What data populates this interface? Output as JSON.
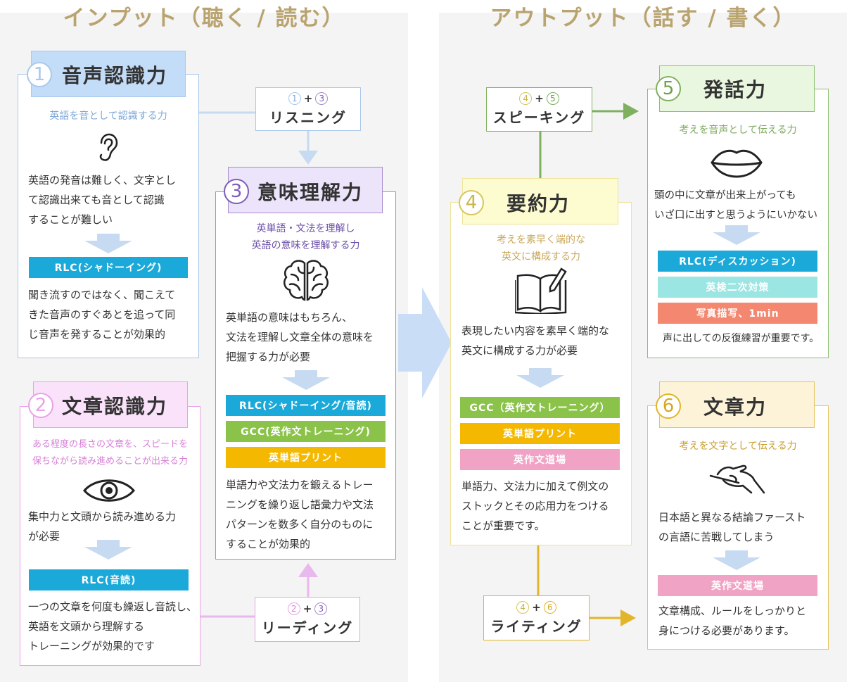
{
  "input": {
    "title": "インプット（聴く / 読む）",
    "card1": {
      "num": "1",
      "title": "音声認識力",
      "subtitle": "英語を音として認識する力",
      "body": [
        "英語の発音は難しく、文字とし",
        "て認識出来ても音として認識",
        "することが難しい"
      ],
      "bar": "RLC(シャドーイング)",
      "body2": [
        "聞き流すのではなく、聞こえて",
        "きた音声のすぐあとを追って同",
        "じ音声を発することが効果的"
      ]
    },
    "card2": {
      "num": "2",
      "title": "文章認識力",
      "subtitle": [
        "ある程度の長さの文章を、スピードを",
        "保ちながら読み進めることが出来る力"
      ],
      "body": [
        "集中力と文頭から読み進める力",
        "が必要"
      ],
      "bar": "RLC(音読)",
      "body2": [
        "一つの文章を何度も繰返し音読し、",
        "英語を文頭から理解する",
        "トレーニングが効果的です"
      ]
    },
    "card3": {
      "num": "3",
      "title": "意味理解力",
      "subtitle": [
        "英単語・文法を理解し",
        "英語の意味を理解する力"
      ],
      "body": [
        "英単語の意味はもちろん、",
        "文法を理解し文章全体の意味を",
        "把握する力が必要"
      ],
      "bars": [
        "RLC(シャドーイング/音読)",
        "GCC(英作文トレーニング)",
        "英単語プリント"
      ],
      "body2": [
        "単語力や文法力を鍛えるトレー",
        "ニングを繰り返し語彙力や文法",
        "パターンを数多く自分のものに",
        "することが効果的"
      ]
    },
    "listening": {
      "a": "1",
      "plus": "+",
      "b": "3",
      "label": "リスニング"
    },
    "reading": {
      "a": "2",
      "plus": "+",
      "b": "3",
      "label": "リーディング"
    }
  },
  "output": {
    "title": "アウトプット（話す / 書く）",
    "card4": {
      "num": "4",
      "title": "要約力",
      "subtitle": [
        "考えを素早く端的な",
        "英文に構成する力"
      ],
      "body": [
        "表現したい内容を素早く端的な",
        "英文に構成する力が必要"
      ],
      "bars": [
        "GCC（英作文トレーニング）",
        "英単語プリント",
        "英作文道場"
      ],
      "body2": [
        "単語力、文法力に加えて例文の",
        "ストックとその応用力をつける",
        "ことが重要です。"
      ]
    },
    "card5": {
      "num": "5",
      "title": "発話力",
      "subtitle": "考えを音声として伝える力",
      "body": [
        "頭の中に文章が出来上がっても",
        "いざ口に出すと思うようにいかない"
      ],
      "bars": [
        "RLC(ディスカッション)",
        "英検二次対策",
        "写真描写、1min"
      ],
      "body2": [
        "声に出しての反復練習が重要です。"
      ]
    },
    "card6": {
      "num": "6",
      "title": "文章力",
      "subtitle": "考えを文字として伝える力",
      "body": [
        "日本語と異なる結論ファースト",
        "の言語に苦戦してしまう"
      ],
      "bar": "英作文道場",
      "body2": [
        "文章構成、ルールをしっかりと",
        "身につける必要があります。"
      ]
    },
    "speaking": {
      "a": "4",
      "plus": "+",
      "b": "5",
      "label": "スピーキング"
    },
    "writing": {
      "a": "4",
      "plus": "+",
      "b": "6",
      "label": "ライティング"
    }
  },
  "icons": {
    "card1": "ear-icon",
    "card2": "eye-icon",
    "card3": "brain-icon",
    "card4": "open-book-pen-icon",
    "card5": "lips-icon",
    "card6": "hand-writing-icon"
  },
  "colors": {
    "blue": "#a9c8ec",
    "purple": "#a98bd0",
    "pink": "#e8a2e8",
    "green": "#8bc06c",
    "yellow": "#e5c55a",
    "barCyan": "#1aa9d8",
    "barGreen": "#8bc34a",
    "barYellow": "#f5b800",
    "barPink": "#f0a3c4",
    "barMint": "#9be6e2",
    "barSalmon": "#f4876f",
    "titleGold": "#b9a36f"
  }
}
